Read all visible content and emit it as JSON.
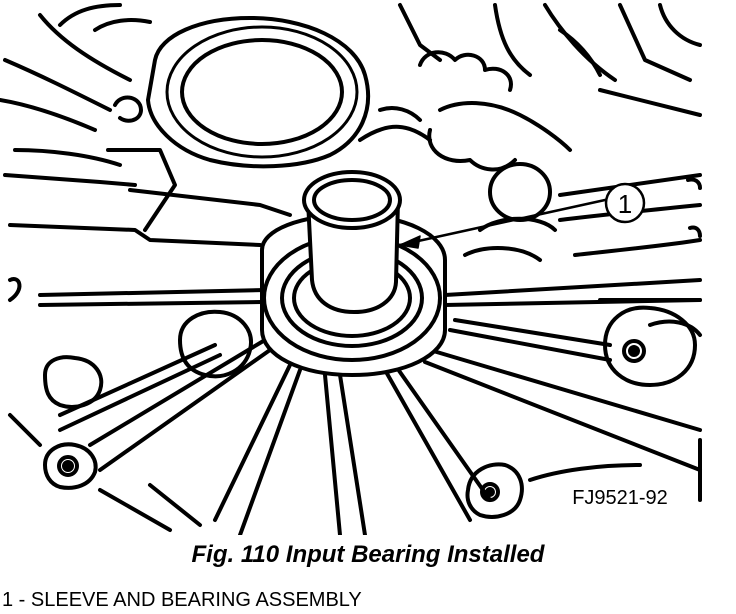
{
  "figure": {
    "code": "FJ9521-92",
    "callout_number": "1"
  },
  "caption": "Fig. 110 Input Bearing Installed",
  "legend": [
    {
      "number": "1",
      "separator": " - ",
      "text": "SLEEVE AND BEARING ASSEMBLY"
    }
  ]
}
